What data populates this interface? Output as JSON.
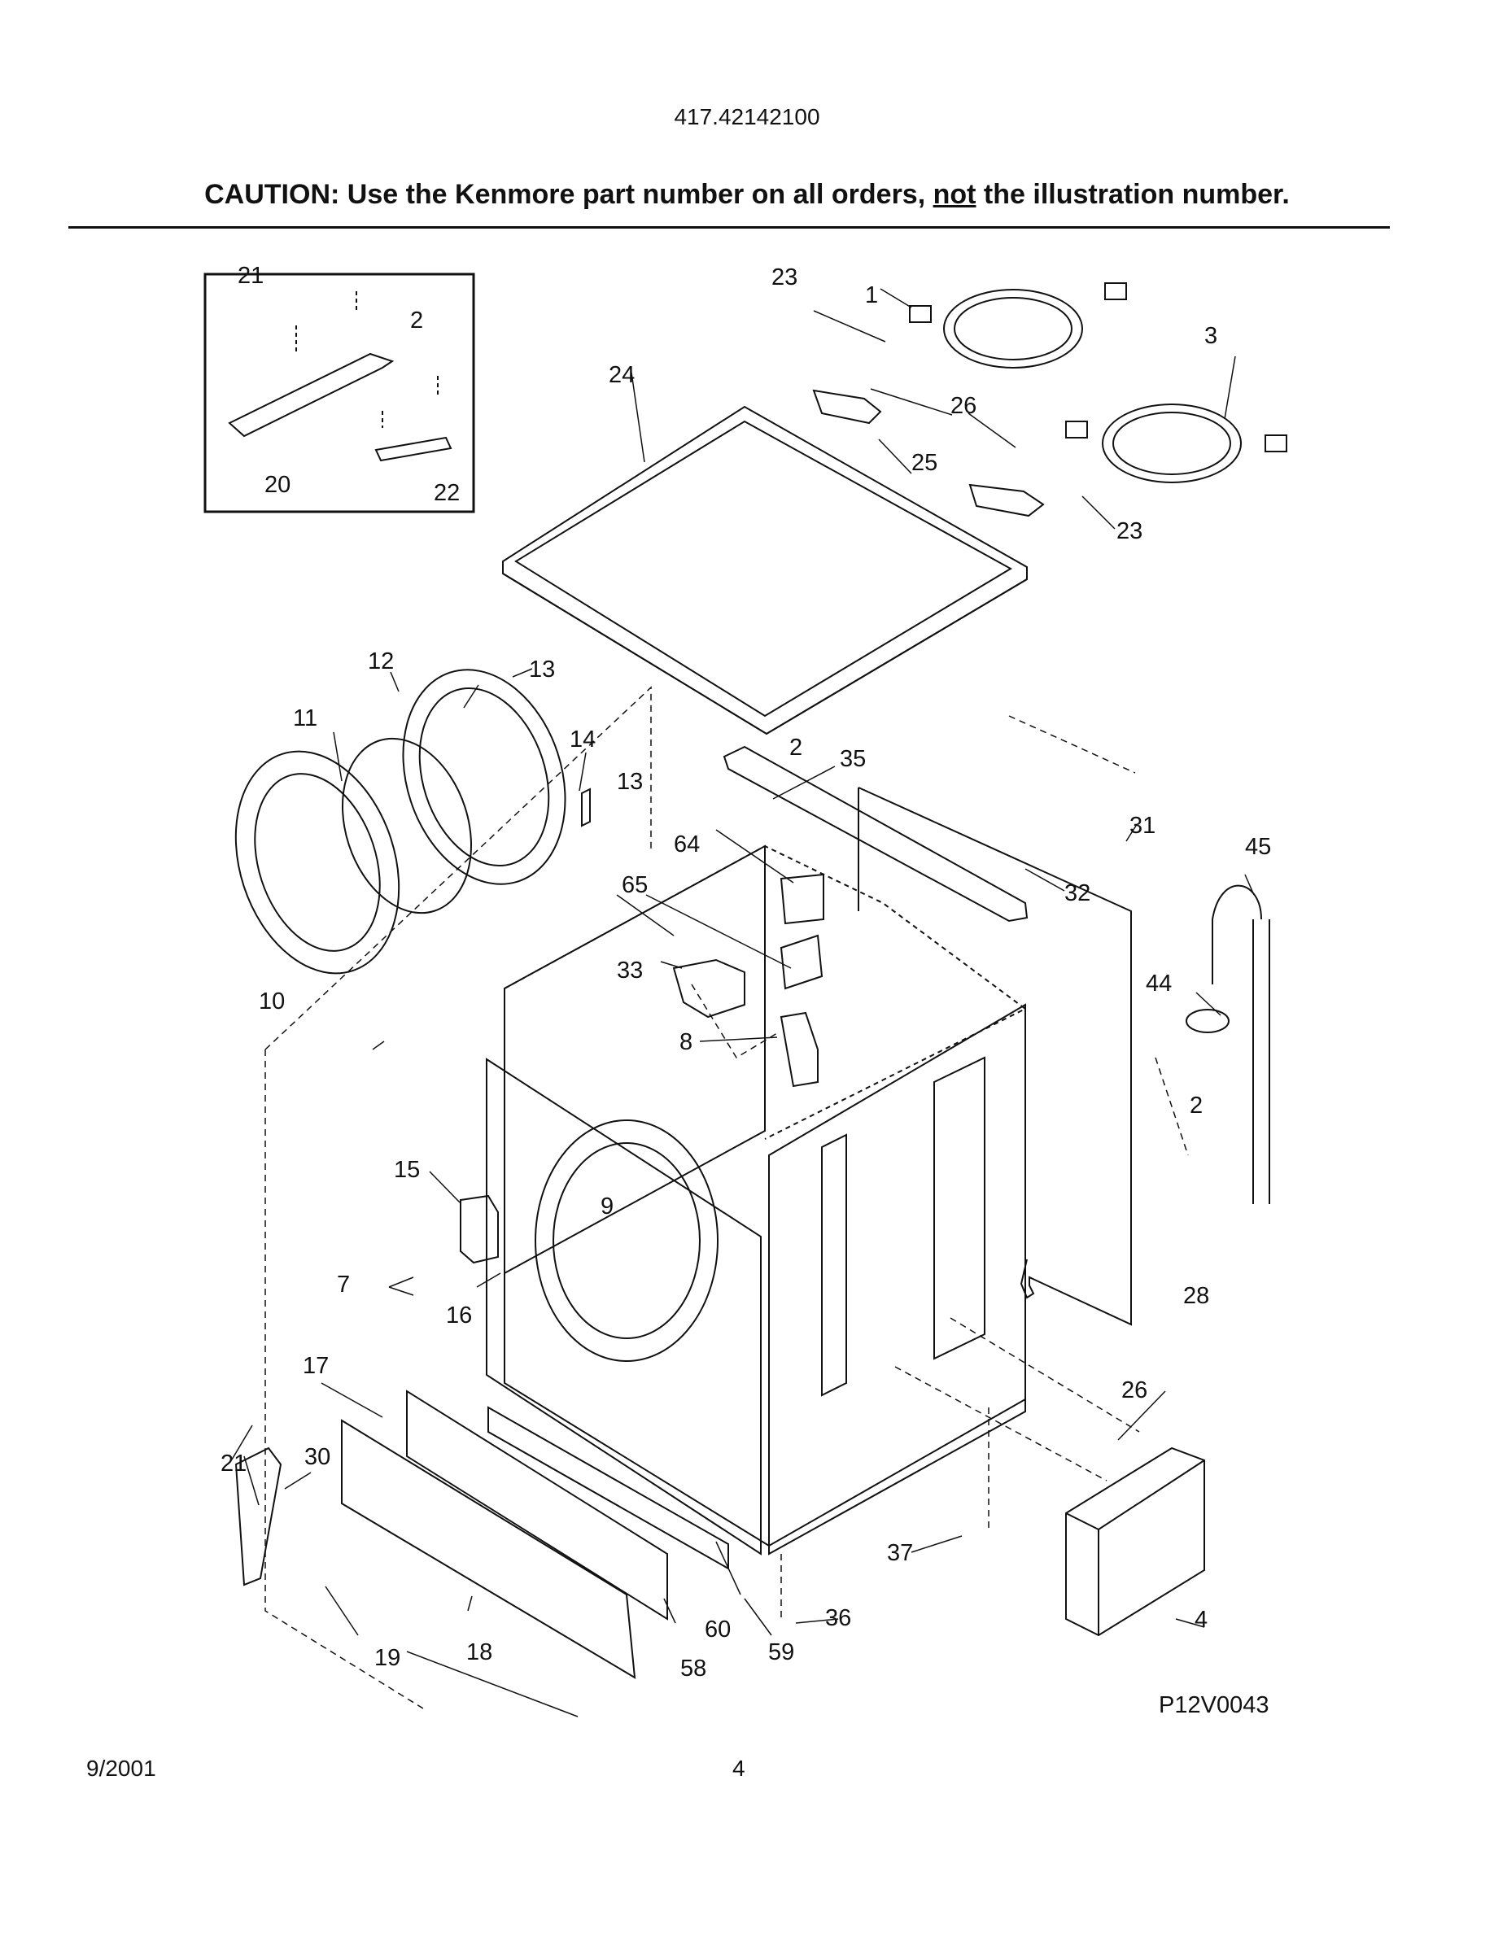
{
  "header": {
    "model_number": "417.42142100",
    "caution_prefix": "CAUTION: Use the Kenmore part number on all orders,",
    "caution_underlined": "not",
    "caution_suffix": "the illustration number."
  },
  "diagram": {
    "figure_code": "P12V0043",
    "callouts": [
      "1",
      "2",
      "3",
      "4",
      "7",
      "8",
      "9",
      "10",
      "11",
      "12",
      "13",
      "14",
      "15",
      "16",
      "17",
      "18",
      "19",
      "20",
      "21",
      "22",
      "23",
      "24",
      "25",
      "26",
      "28",
      "30",
      "31",
      "32",
      "33",
      "35",
      "36",
      "37",
      "44",
      "45",
      "58",
      "59",
      "60",
      "64",
      "65"
    ]
  },
  "footer": {
    "date": "9/2001",
    "page_number": "4"
  }
}
